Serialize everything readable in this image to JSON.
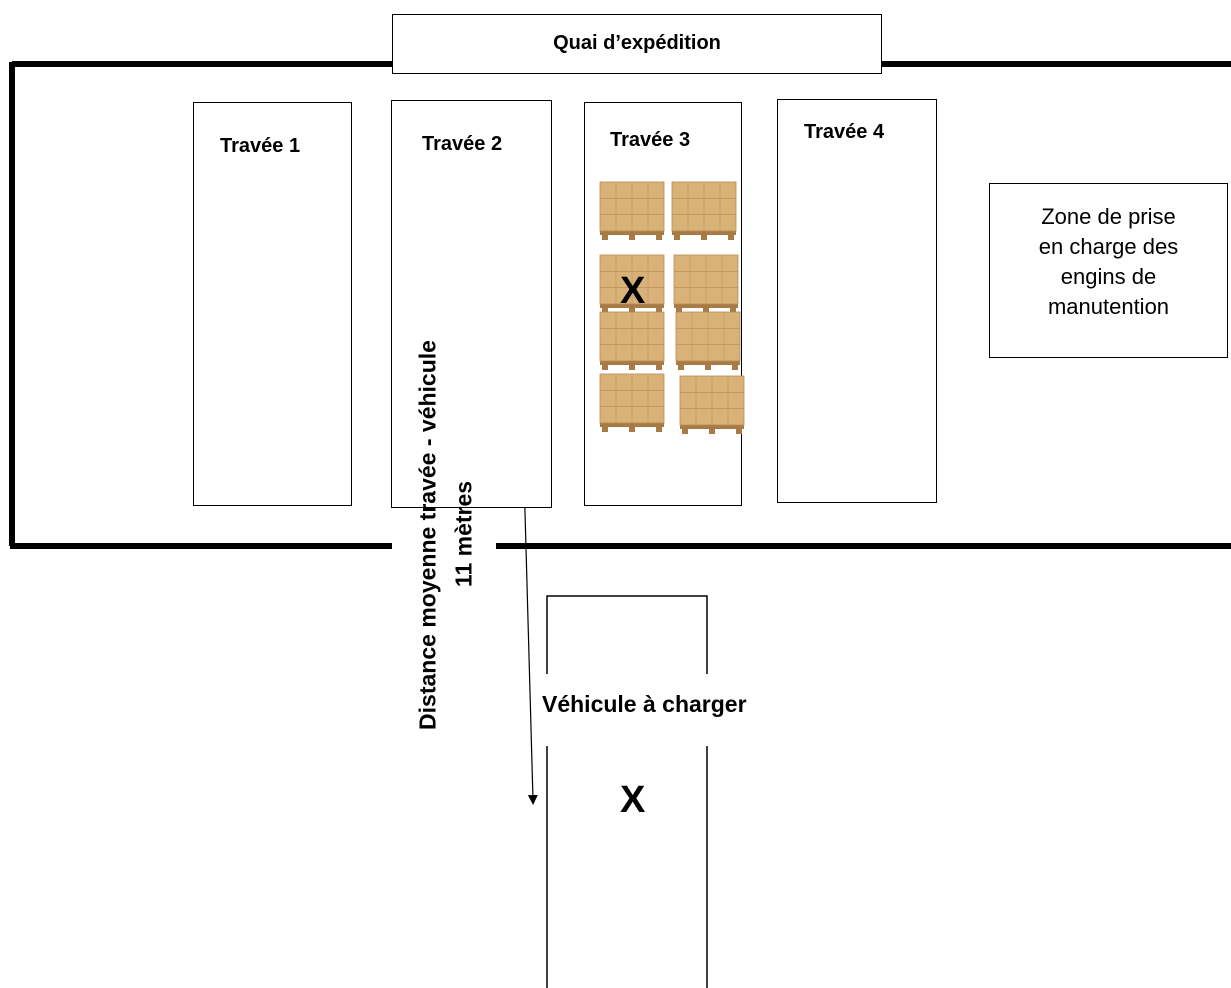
{
  "dock": {
    "label": "Quai d’expédition"
  },
  "bays": [
    {
      "label": "Travée 1"
    },
    {
      "label": "Travée 2"
    },
    {
      "label": "Travée 3"
    },
    {
      "label": "Travée 4"
    }
  ],
  "handling_zone": {
    "lines": [
      "Zone de prise",
      "en charge des",
      "engins de",
      "manutention"
    ]
  },
  "distance": {
    "label": "Distance moyenne travée - véhicule",
    "value": "11 mètres"
  },
  "vehicle": {
    "label": "Véhicule à charger"
  },
  "markers": {
    "pickup": "X",
    "dropoff": "X"
  },
  "colors": {
    "stroke": "#000000",
    "carton": "#d9b27a",
    "carton_dark": "#b98a4e",
    "pallet_wood": "#a87a45"
  }
}
